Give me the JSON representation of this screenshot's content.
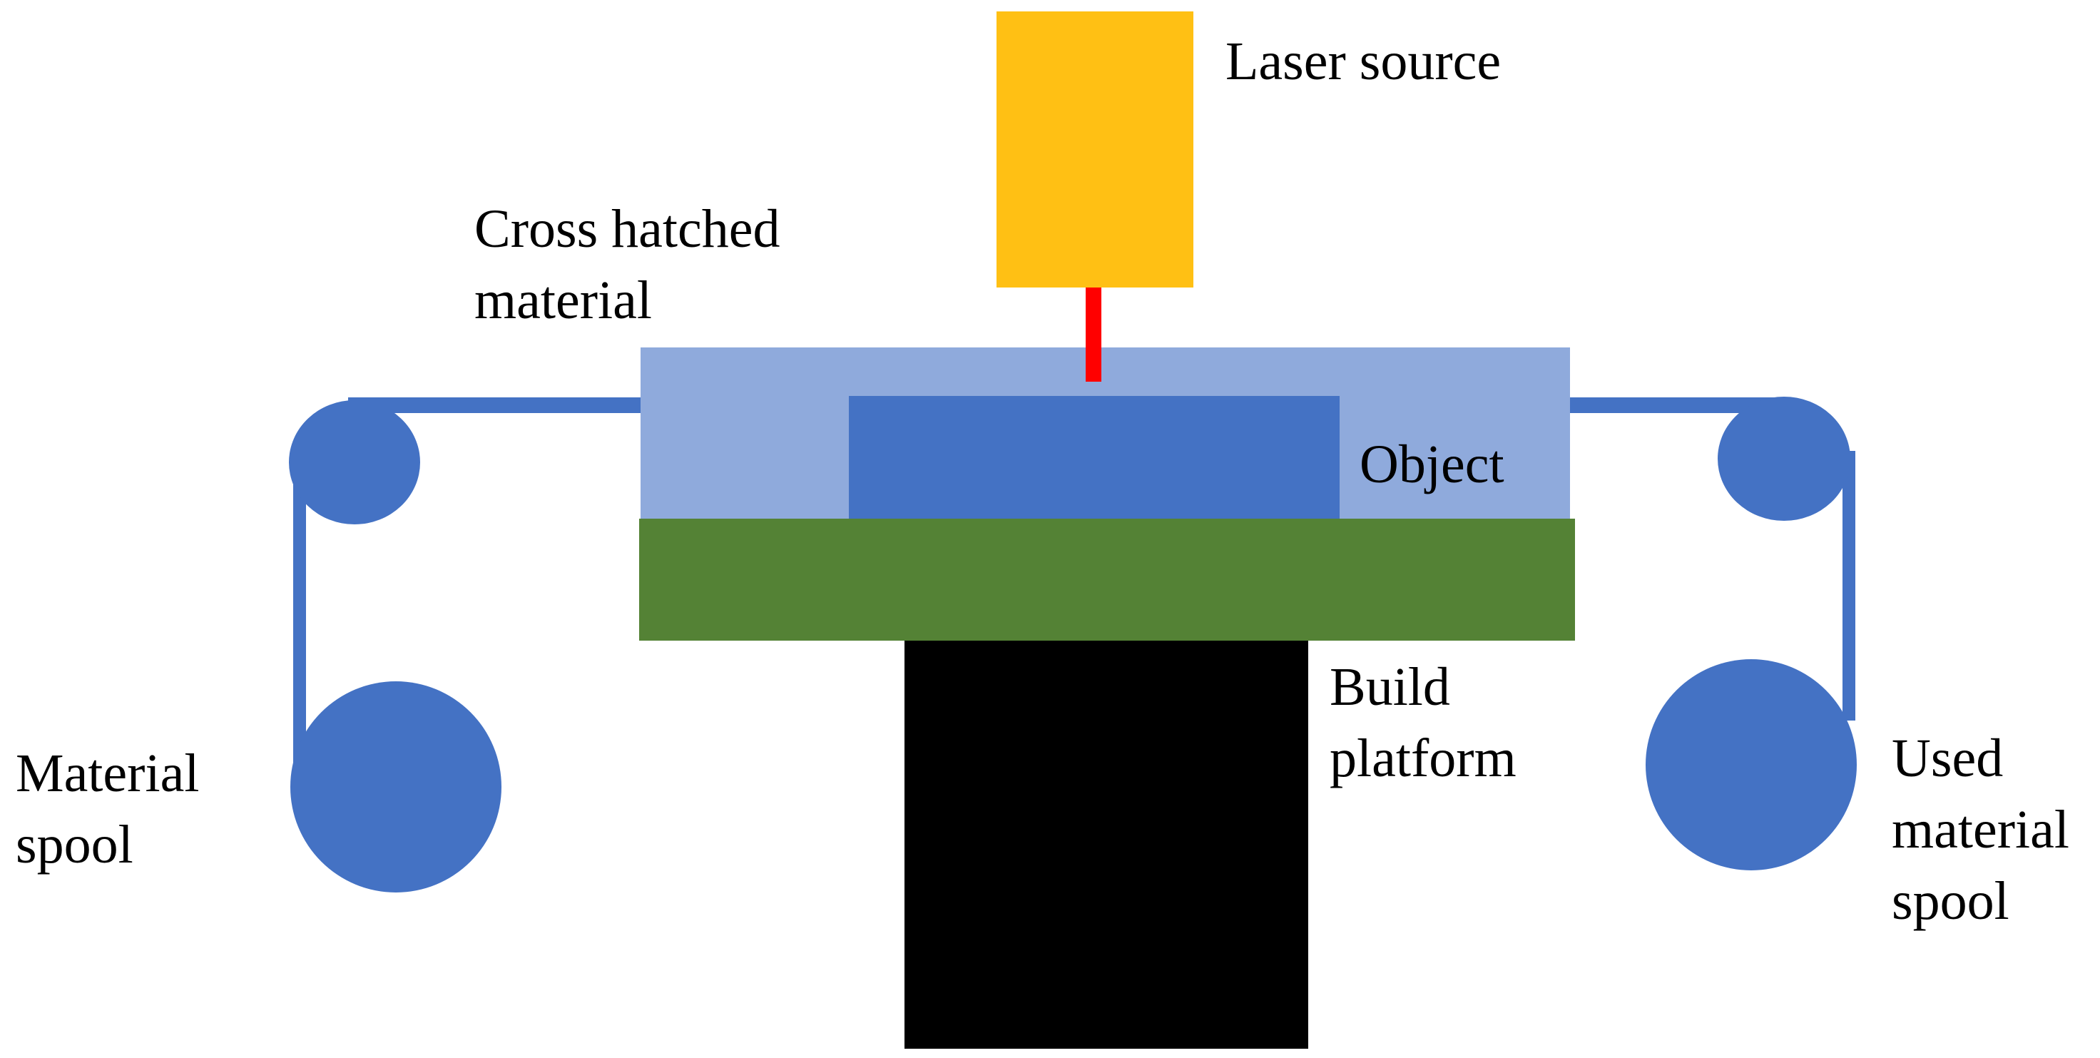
{
  "labels": {
    "laser_source": "Laser source",
    "cross_hatched_line1": "Cross hatched",
    "cross_hatched_line2": "material",
    "object": "Object",
    "build_platform_line1": "Build",
    "build_platform_line2": "platform",
    "material_spool_line1": "Material",
    "material_spool_line2": "spool",
    "used_spool_line1": "Used",
    "used_spool_line2": "material",
    "used_spool_line3": "spool"
  },
  "colors": {
    "laser_source": "#FFC014",
    "laser_beam": "#FF0000",
    "cross_hatched_material": "#8FAADC",
    "object": "#4472C4",
    "build_platform": "#548235",
    "platform_base": "#000000",
    "spools_and_tape": "#4472C4"
  }
}
